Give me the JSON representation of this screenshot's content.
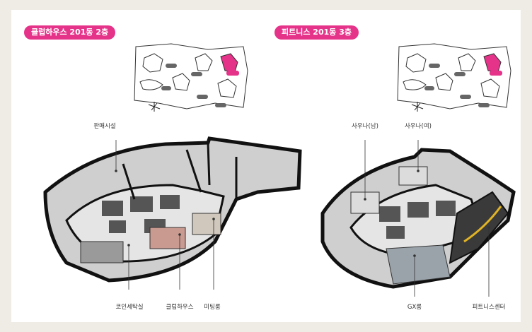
{
  "panels": [
    {
      "title": "클럽하우스 201동 2층",
      "labels": {
        "top": "판매시설",
        "bottom_left": "코인세탁실",
        "bottom_mid": "클럽하우스",
        "bottom_right": "미팅룸"
      }
    },
    {
      "title": "피트니스 201동 3층",
      "labels": {
        "top_left": "사우나(남)",
        "top_right": "사우나(여)",
        "bottom_left": "GX룸",
        "bottom_right": "피트니스센터"
      }
    }
  ],
  "colors": {
    "accent": "#e5338a",
    "background": "#efece6",
    "card": "#ffffff"
  }
}
